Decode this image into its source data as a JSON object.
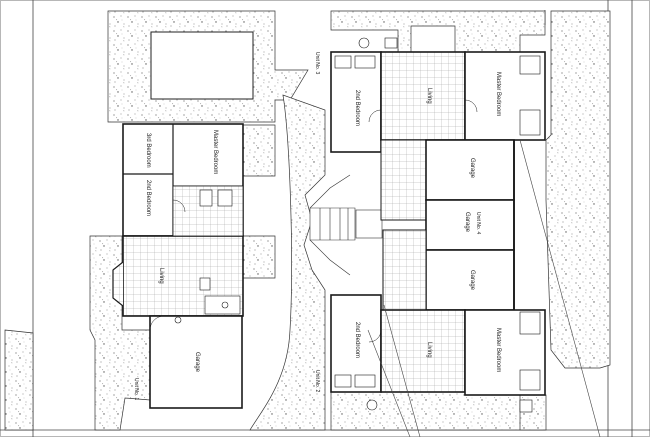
{
  "units": {
    "unit1": "Unit No. 1",
    "unit2": "Unit No. 2",
    "unit3": "Unit No. 3",
    "unit4": "Unit No. 4"
  },
  "rooms": {
    "master_bedroom": "Master Bedroom",
    "bedroom_2nd": "2nd Bedroom",
    "bedroom_3rd": "3rd Bedroom",
    "living": "Living",
    "garage": "Garage"
  },
  "colors": {
    "wall": "#1a1a1a",
    "line": "#555555",
    "stipple": "#6b6b6b",
    "tile": "#9a9a9a"
  }
}
